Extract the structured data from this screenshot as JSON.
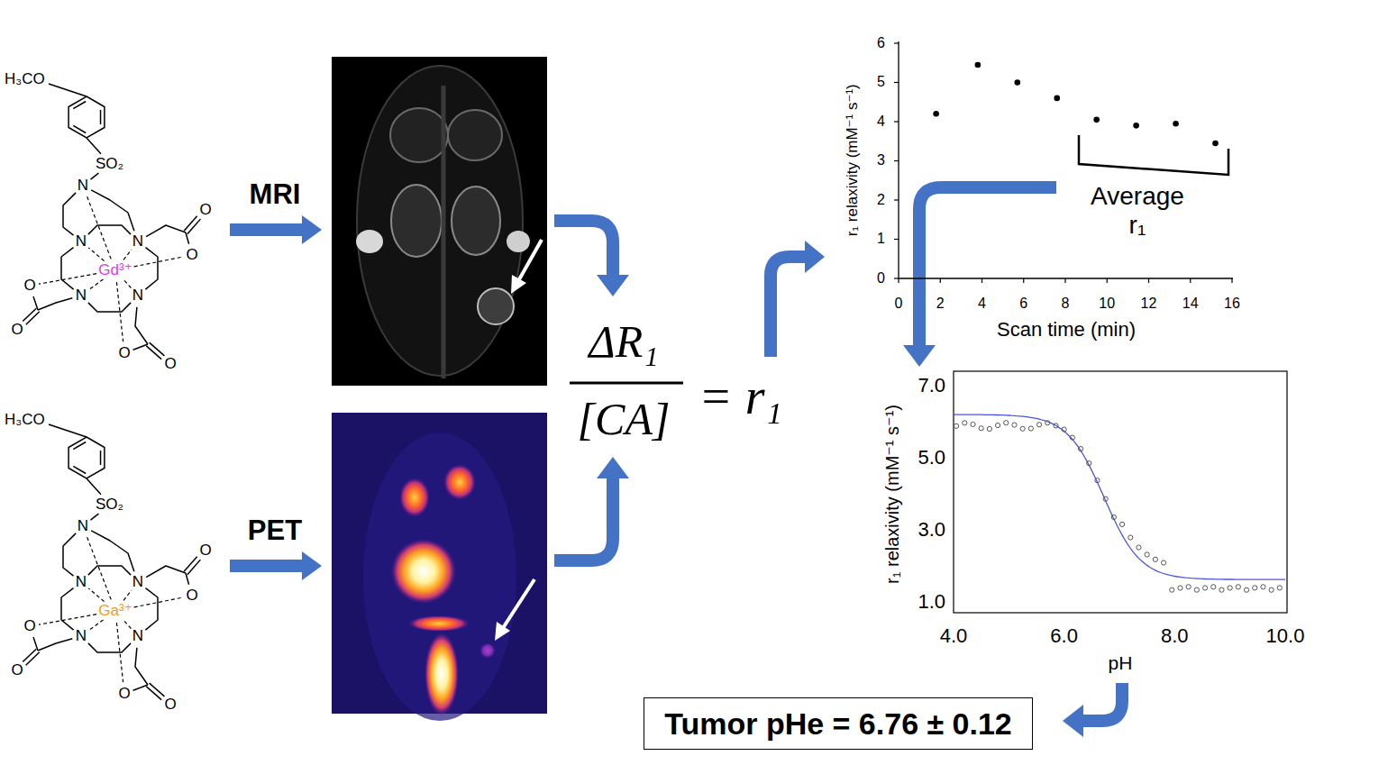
{
  "diagram": {
    "nodes": [
      {
        "text": [
          "Tumor pHe = 6.76 ± 0.12"
        ]
      }
    ],
    "labels": [
      "H₃CO",
      "SO₂",
      "N",
      "N",
      "N",
      "Gd³⁺",
      "O",
      "O",
      "O",
      "N",
      "N",
      "O",
      "O",
      "O",
      "MRI",
      "H₃CO",
      "SO₂",
      "N",
      "N",
      "N",
      "Ga³⁺",
      "O",
      "O",
      "O",
      "N",
      "N",
      "O",
      "O",
      "O",
      "PET",
      "ΔR₁",
      "[CA]",
      "= r₁",
      "6",
      "5",
      "4",
      "3",
      "2",
      "1",
      "0",
      "r₁ relaxivity (mM⁻¹ s⁻¹)",
      "0",
      "2",
      "4",
      "6",
      "8",
      "10",
      "12",
      "14",
      "16",
      "Scan time (min)",
      "Average r₁",
      "7.0",
      "5.0",
      "3.0",
      "1.0",
      "r₁ relaxivity (mM⁻¹ s⁻¹)",
      "4.0",
      "6.0",
      "8.0",
      "10.0",
      "pH"
    ]
  }
}
